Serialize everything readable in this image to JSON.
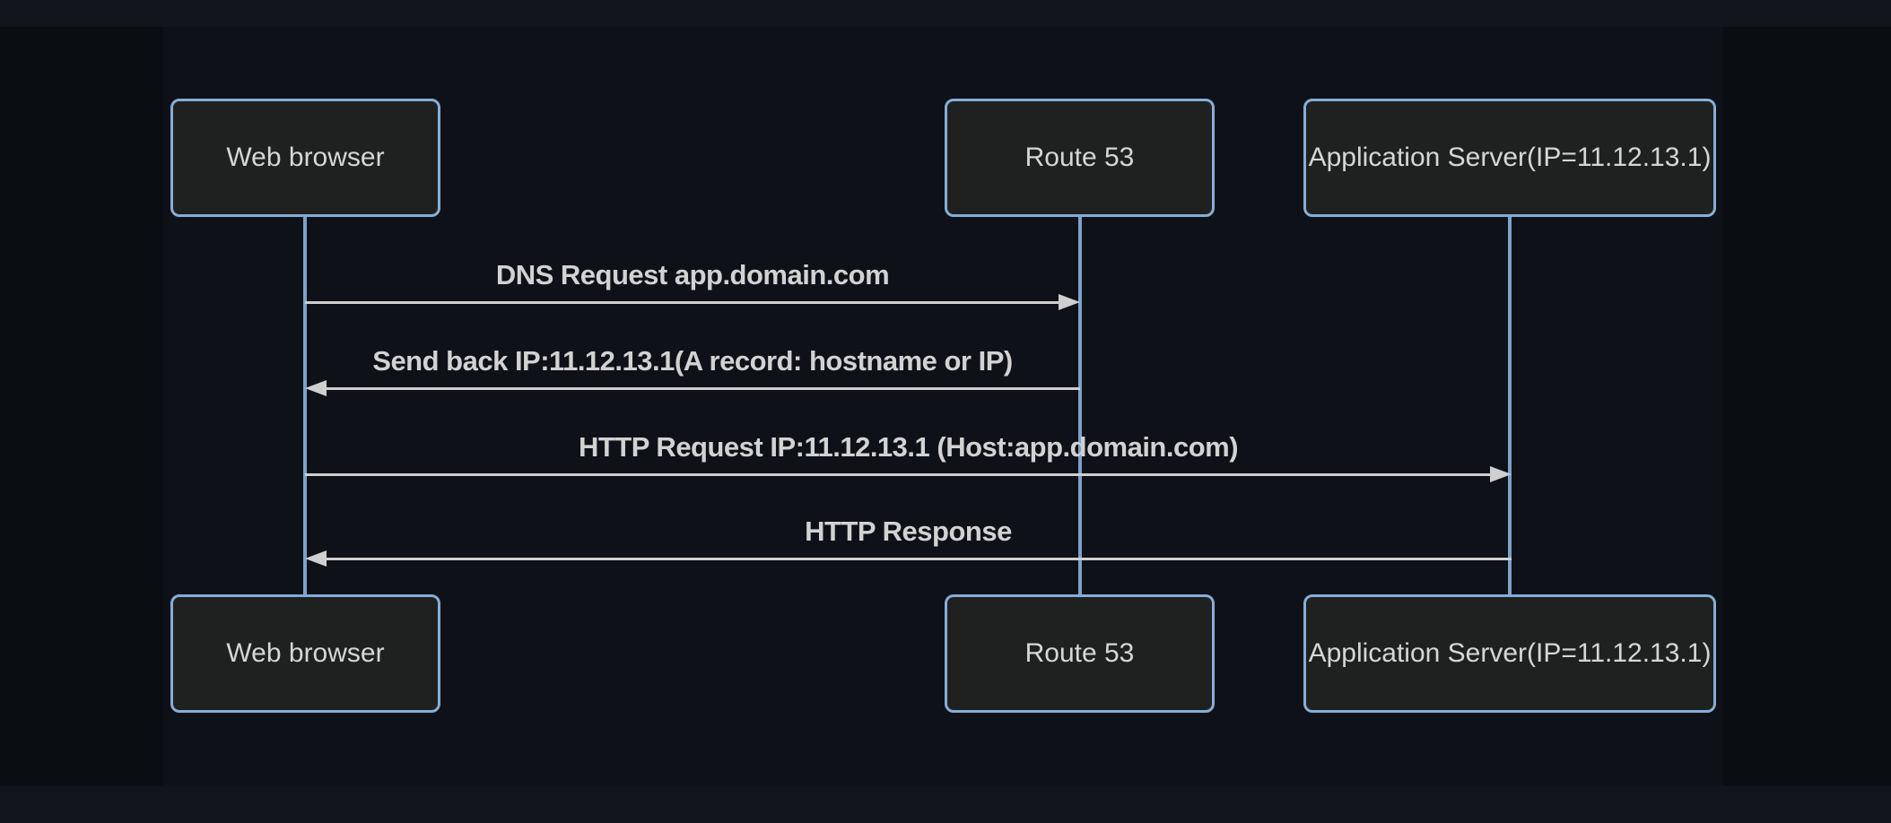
{
  "diagram": {
    "type": "sequence-diagram",
    "theme": "dark",
    "actors": [
      {
        "id": "web-browser",
        "label": "Web browser"
      },
      {
        "id": "route-53",
        "label": "Route 53"
      },
      {
        "id": "app-server",
        "label": "Application Server(IP=11.12.13.1)"
      }
    ],
    "messages": [
      {
        "from": "web-browser",
        "to": "route-53",
        "direction": "right",
        "text": "DNS Request app.domain.com"
      },
      {
        "from": "route-53",
        "to": "web-browser",
        "direction": "left",
        "text": "Send back IP:11.12.13.1(A record: hostname or IP)"
      },
      {
        "from": "web-browser",
        "to": "app-server",
        "direction": "right",
        "text": "HTTP Request IP:11.12.13.1 (Host:app.domain.com)"
      },
      {
        "from": "app-server",
        "to": "web-browser",
        "direction": "left",
        "text": "HTTP Response"
      }
    ],
    "icons": {
      "arrowhead_right": "filled-triangle-right",
      "arrowhead_left": "filled-triangle-left"
    },
    "colors": {
      "surface_background": "#0e1117",
      "page_background": "#0a0d12",
      "band_background": "#11141b",
      "actor_fill": "#1f2121",
      "actor_border": "#85aed8",
      "actor_text": "#d6d6d6",
      "lifeline": "#7ca1cb",
      "message_line": "#cfcfcf",
      "message_text": "#d2d2d2"
    }
  }
}
